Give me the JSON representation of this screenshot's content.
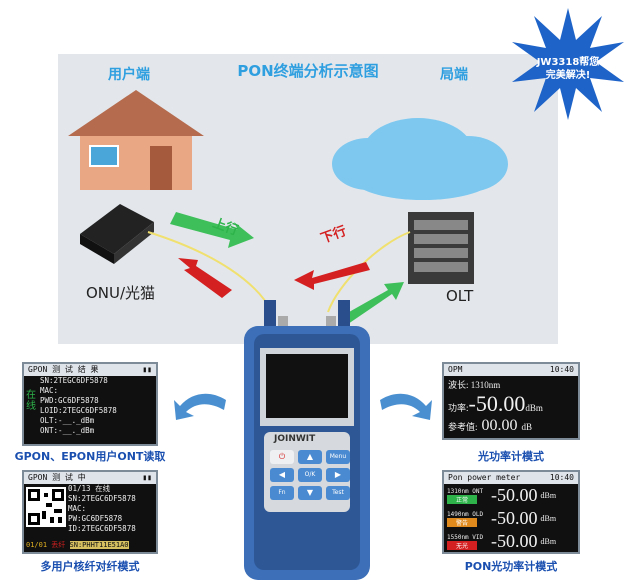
{
  "diagram": {
    "title": "PON终端分析示意图",
    "user_side": "用户端",
    "office_side": "局端",
    "onu_label": "ONU/光猫",
    "olt_label": "OLT",
    "upstream": "上行",
    "downstream": "下行"
  },
  "badge": {
    "line1": "JW3318帮您",
    "line2": "完美解决!"
  },
  "device": {
    "brand": "JOINWIT",
    "buttons": [
      "⏻",
      "▲",
      "Menu",
      "◀",
      "O/K",
      "▶",
      "Fn",
      "▼",
      "Test"
    ]
  },
  "panel_ont": {
    "header": "GPON  测 试 结 果",
    "status_vertical": "在线",
    "lines": [
      "SN:2TEGC6DF5878",
      "MAC:",
      "PWD:GC6DF5878",
      "LOID:2TEGC6DF5878",
      "OLT:-__._dBm",
      "ONT:-__._dBm"
    ],
    "caption": "GPON、EPON用户ONT读取"
  },
  "panel_multi": {
    "header": "GPON  测 试 中",
    "lines": [
      "01/13 在线",
      "SN:2TEGC6DF5878",
      "MAC:",
      "PW:GC6DF5878",
      "ID:2TEGC6DF5878"
    ],
    "footer_left": "01/01",
    "footer_mid": "丢纤",
    "footer_right": "SN:PHHT11E51A0",
    "caption": "多用户核纤对纤模式"
  },
  "panel_opm": {
    "header": "OPM",
    "time": "10:40",
    "wavelength_label": "波长:",
    "wavelength": "1310nm",
    "power_label": "功率:",
    "power": "-50.00",
    "power_unit": "dBm",
    "ref_label": "参考值:",
    "ref": "00.00",
    "ref_unit": "dB",
    "caption": "光功率计模式"
  },
  "panel_pon": {
    "header": "Pon power meter",
    "time": "10:40",
    "rows": [
      {
        "label": "1310nm ONT",
        "tag": "正常",
        "tag_color": "#2db34a",
        "value": "-50.00",
        "unit": "dBm"
      },
      {
        "label": "1490nm OLD",
        "tag": "警告",
        "tag_color": "#e08a1e",
        "value": "-50.00",
        "unit": "dBm"
      },
      {
        "label": "1550nm VID",
        "tag": "无光",
        "tag_color": "#d42020",
        "value": "-50.00",
        "unit": "dBm"
      }
    ],
    "caption": "PON光功率计模式"
  },
  "colors": {
    "accent_blue": "#2f9fe0",
    "caption_blue": "#1a4fb0",
    "up_green": "#2db34a",
    "down_red": "#d42020",
    "star_blue": "#1e63c8"
  }
}
